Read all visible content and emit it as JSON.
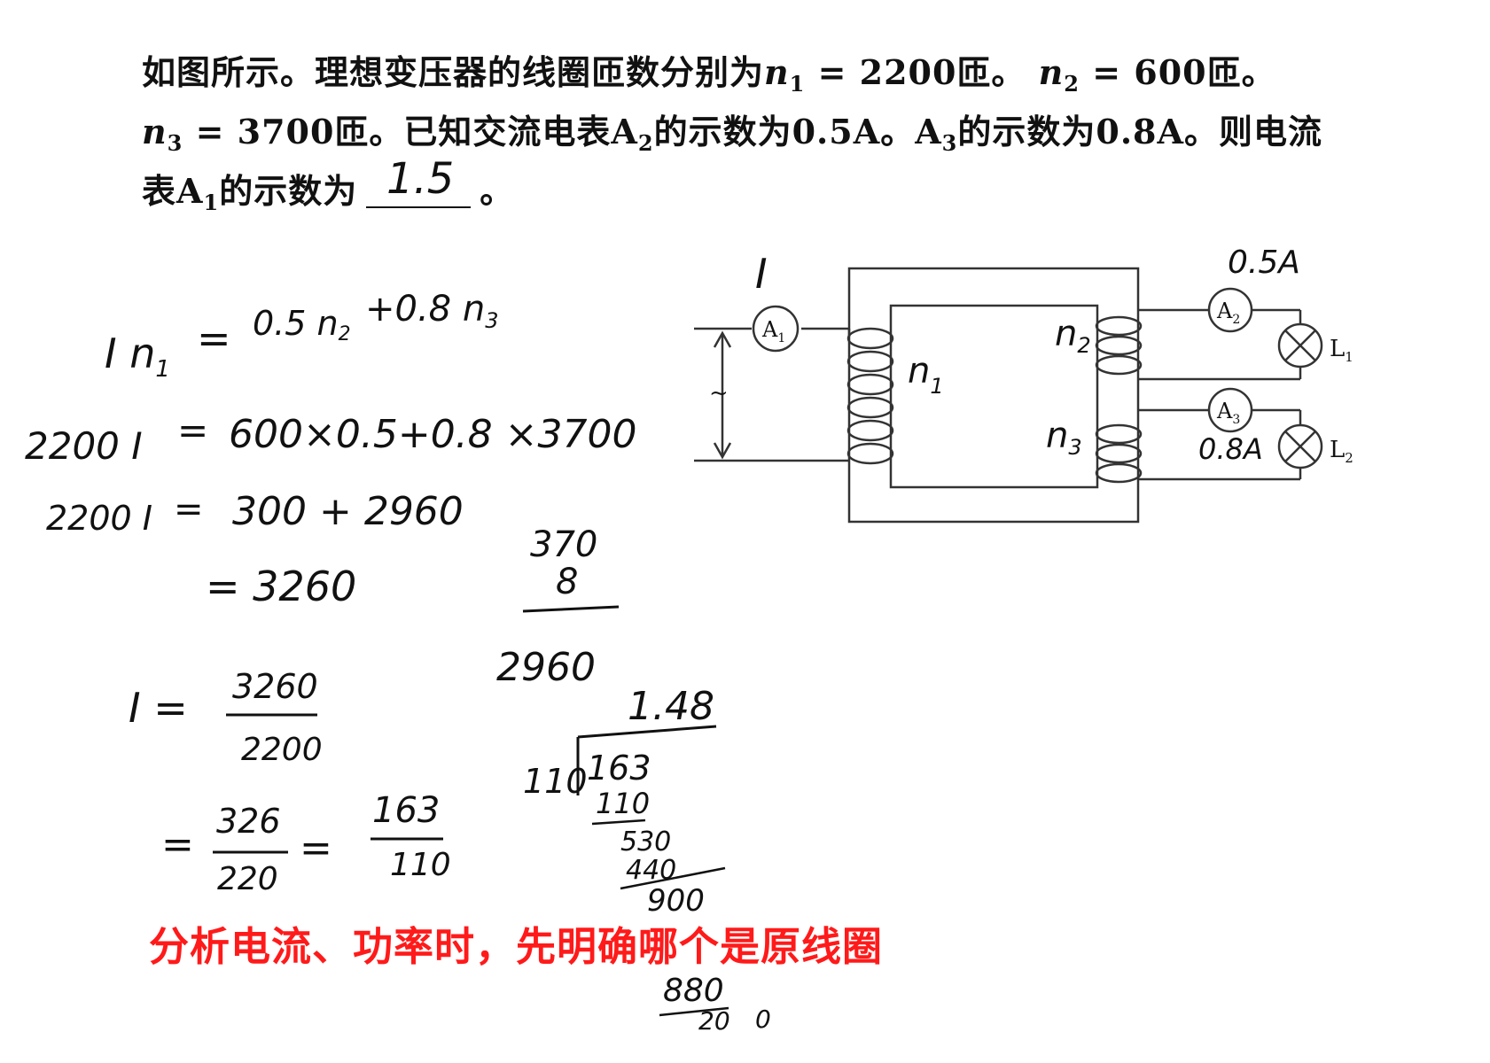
{
  "problem": {
    "line1_a": "如图所示。理想变压器的线圈匝数分别为",
    "n1_sym": "n",
    "n1_sub": "1",
    "n1_val": " = 2200匝。",
    "n2_sym": "n",
    "n2_sub": "2",
    "n2_val": " = 600匝。",
    "n3_sym": "n",
    "n3_sub": "3",
    "n3_val": " = 3700匝。已知交流电表A",
    "a2_sub": "2",
    "line2_b": "的示数为0.5A。A",
    "a3_sub": "3",
    "line2_c": "的示数为0.8A。则电流",
    "line3_a": "表A",
    "a1_sub": "1",
    "line3_b": "的示数为",
    "line3_end": "。"
  },
  "answer": "1.5",
  "circuit": {
    "label_I": "I",
    "a1": "A",
    "a1_sub": "1",
    "a2": "A",
    "a2_sub": "2",
    "a3": "A",
    "a3_sub": "3",
    "l1": "L",
    "l1_sub": "1",
    "l2": "L",
    "l2_sub": "2",
    "ac_symbol": "~",
    "n1": "n",
    "n1_sub": "1",
    "n2": "n",
    "n2_sub": "2",
    "n3": "n",
    "n3_sub": "3",
    "reading_a2": "0.5A",
    "reading_a3": "0.8A"
  },
  "work": {
    "eq1_lhs": "I n",
    "eq1_lhs_sub": "1",
    "eq1_eq": "=",
    "eq1_rhs_a": "0.5 n",
    "eq1_rhs_a_sub": "2",
    "eq1_rhs_b": "+0.8 n",
    "eq1_rhs_b_sub": "3",
    "eq2_lhs": "2200 I",
    "eq2_eq": "=",
    "eq2_rhs": "600×0.5+0.8 ×3700",
    "eq3_lhs": "2200 I",
    "eq3_eq": "=",
    "eq3_rhs": "300 + 2960",
    "eq4": "= 3260",
    "eq5_lhs": "I =",
    "eq5_num": "3260",
    "eq5_den": "2200",
    "eq6_eq": "=",
    "eq6_num": "326",
    "eq6_den": "220",
    "eq6_eq2": "=",
    "eq6_num2": "163",
    "eq6_den2": "110",
    "mult_top": "370",
    "mult_times": "8",
    "mult_result": "2960",
    "div_quotient": "1.48",
    "div_divisor": "110",
    "div_dividend": "163",
    "div_step1": "110",
    "div_step2": "530",
    "div_step3": "440",
    "div_step4": "900",
    "div_step5": "880",
    "div_step6": "20",
    "div_step6_tail": "0"
  },
  "note": "分析电流、功率时，先明确哪个是原线圈"
}
